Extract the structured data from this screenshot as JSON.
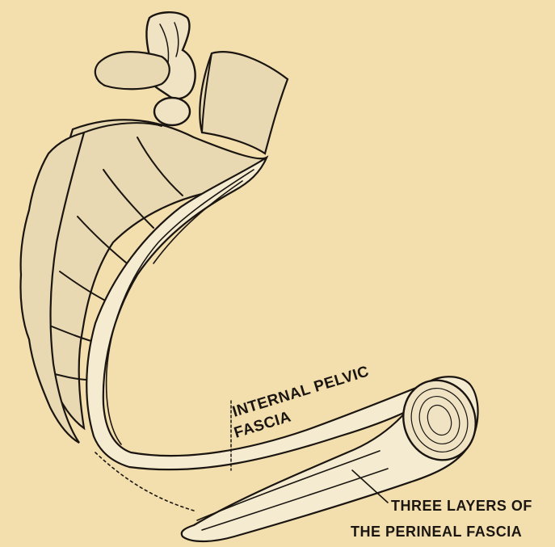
{
  "labels": {
    "internal_pelvic_line1": "INTERNAL PELVIC",
    "internal_pelvic_line2": "FASCIA",
    "perineal_line1": "THREE LAYERS OF",
    "perineal_line2": "THE PERINEAL FASCIA"
  },
  "colors": {
    "paper": "#f3dfae",
    "ink": "#1a1510"
  }
}
